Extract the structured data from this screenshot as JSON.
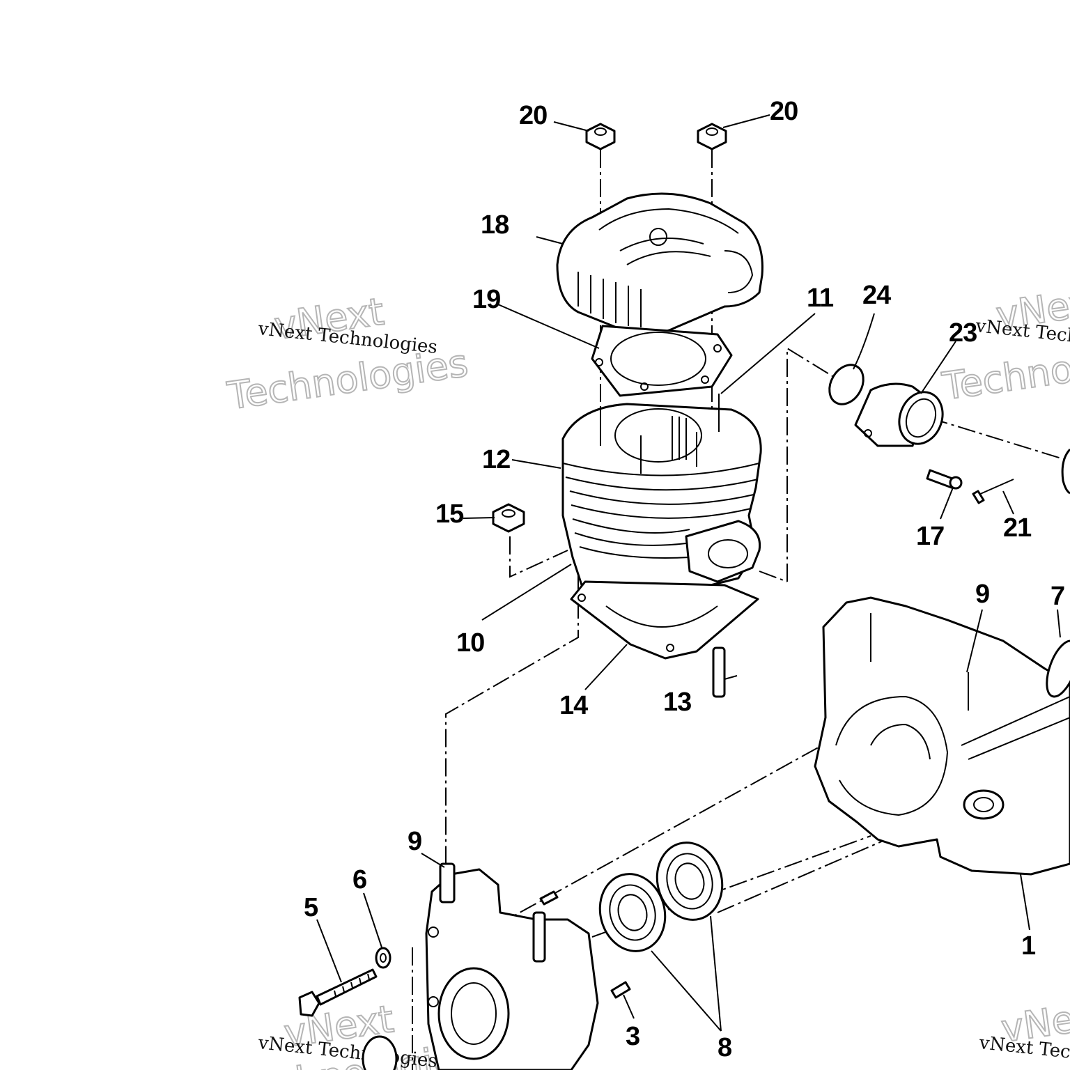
{
  "watermark": {
    "line_small": "vNext Technologies",
    "line_big_1": "vNext",
    "line_big_2": "Technologies"
  },
  "callouts": [
    "20",
    "20",
    "18",
    "19",
    "11",
    "24",
    "23",
    "12",
    "15",
    "10",
    "14",
    "13",
    "17",
    "21",
    "9",
    "9",
    "7",
    "5",
    "6",
    "3",
    "8",
    "1"
  ],
  "parts": {
    "nut": "nut",
    "cylinder_head": "cylinder head",
    "head_gasket": "head gasket",
    "cylinder": "cylinder",
    "base_gasket": "base gasket",
    "intake_flange": "intake flange",
    "o_ring": "o-ring",
    "crankcase": "crankcase",
    "bearing": "bearing",
    "bolt": "bolt",
    "washer": "washer",
    "dowel": "dowel pin",
    "stud": "stud",
    "oil_seal": "oil seal",
    "screw": "screw"
  }
}
